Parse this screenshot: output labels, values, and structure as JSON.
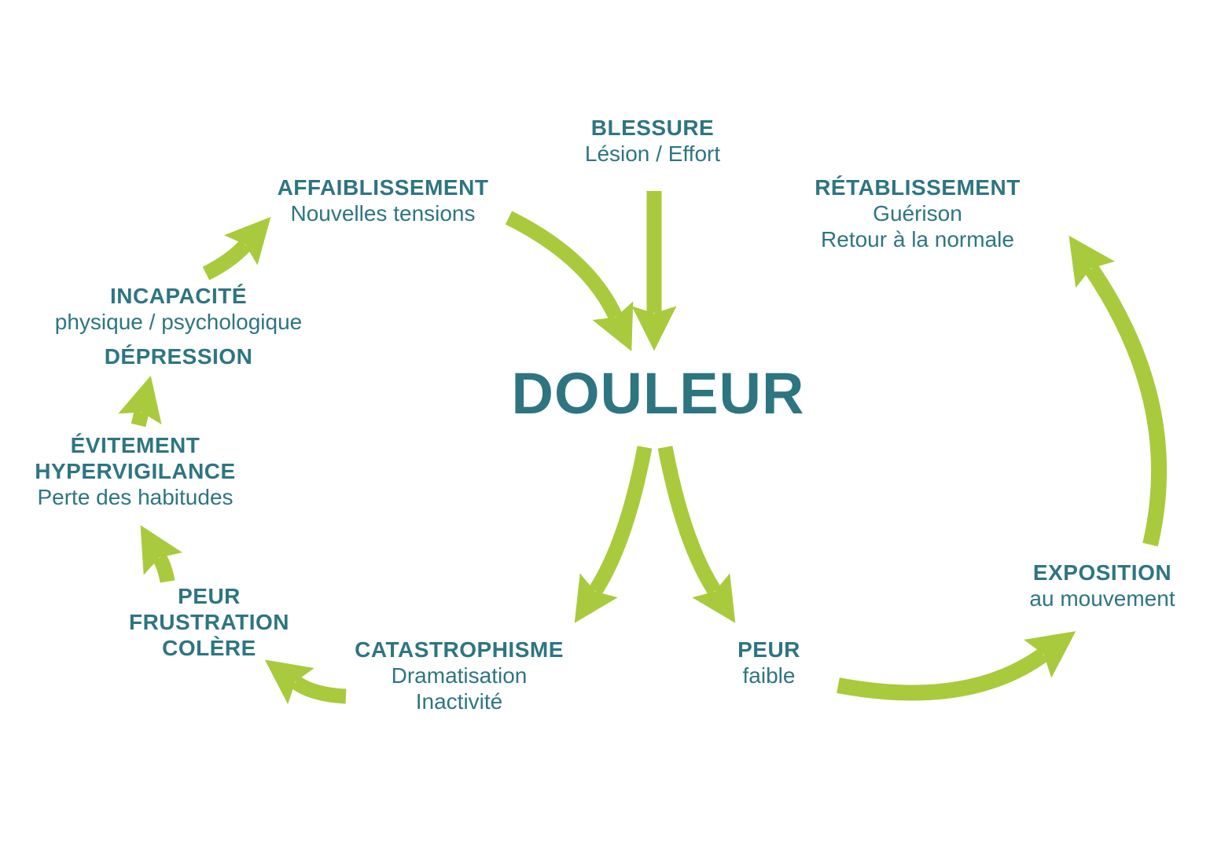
{
  "colors": {
    "teal_text": "#2e7582",
    "green_arrow": "#a9ca3d",
    "background": "#ffffff"
  },
  "nodes": {
    "douleur": {
      "title": "DOULEUR"
    },
    "blessure": {
      "title": "BLESSURE",
      "subtitle": "Lésion / Effort"
    },
    "affaiblissement": {
      "title": "AFFAIBLISSEMENT",
      "subtitle": "Nouvelles tensions"
    },
    "retablissement": {
      "title": "RÉTABLISSEMENT",
      "line1": "Guérison",
      "line2": "Retour à la normale"
    },
    "incapacite": {
      "title": "INCAPACITÉ",
      "subtitle": "physique / psychologique"
    },
    "depression": {
      "title": "DÉPRESSION"
    },
    "evitement": {
      "line1": "ÉVITEMENT",
      "line2": "HYPERVIGILANCE",
      "subtitle": "Perte des habitudes"
    },
    "peur_frustration": {
      "line1": "PEUR",
      "line2": "FRUSTRATION",
      "line3": "COLÈRE"
    },
    "catastrophisme": {
      "title": "CATASTROPHISME",
      "line1": "Dramatisation",
      "line2": "Inactivité"
    },
    "peur_faible": {
      "title": "PEUR",
      "subtitle": "faible"
    },
    "exposition": {
      "title": "EXPOSITION",
      "subtitle": "au mouvement"
    }
  },
  "arrows": [
    {
      "from": "blessure",
      "to": "douleur"
    },
    {
      "from": "affaiblissement",
      "to": "douleur"
    },
    {
      "from": "douleur",
      "to": "catastrophisme"
    },
    {
      "from": "douleur",
      "to": "peur_faible"
    },
    {
      "from": "catastrophisme",
      "to": "peur_frustration"
    },
    {
      "from": "peur_frustration",
      "to": "evitement"
    },
    {
      "from": "evitement",
      "to": "depression"
    },
    {
      "from": "incapacite",
      "to": "affaiblissement"
    },
    {
      "from": "peur_faible",
      "to": "exposition"
    },
    {
      "from": "exposition",
      "to": "retablissement"
    }
  ]
}
